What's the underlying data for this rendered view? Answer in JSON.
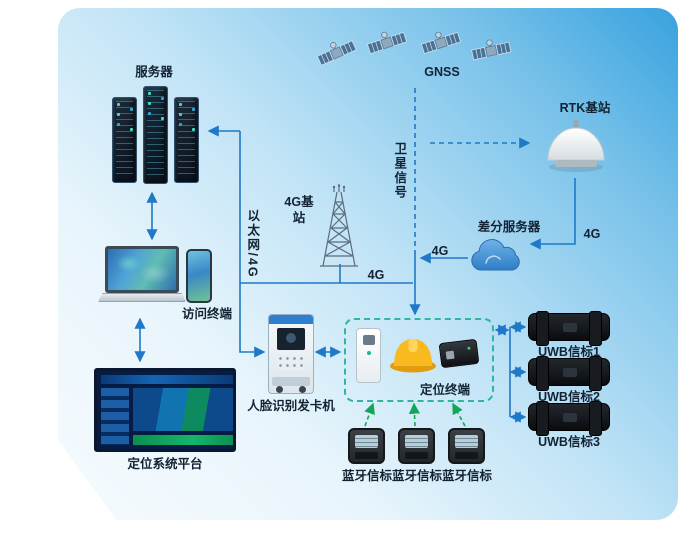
{
  "colors": {
    "arrow_blue": "#1f78c8",
    "dashed_green": "#12a656",
    "terminal_box_border": "#2fb5a0",
    "card_top_blue": "#38a2df",
    "helmet_yellow": "#f8ba1f"
  },
  "labels": {
    "gnss": "GNSS",
    "server": "服务器",
    "rtk_station": "RTK基站",
    "satellite_signal": "卫星信号",
    "tower_4g": "4G基站",
    "diff_server": "差分服务器",
    "ethernet_4g": "以太网/4G",
    "access_terminal": "访问终端",
    "platform": "定位系统平台",
    "face_machine": "人脸识别发卡机",
    "positioning_terminal": "定位终端",
    "g4_tower": "4G",
    "g4_cloud": "4G",
    "g4_rtk": "4G",
    "uwb": [
      "UWB信标1",
      "UWB信标2",
      "UWB信标3"
    ],
    "bluetooth": [
      "蓝牙信标",
      "蓝牙信标",
      "蓝牙信标"
    ]
  }
}
